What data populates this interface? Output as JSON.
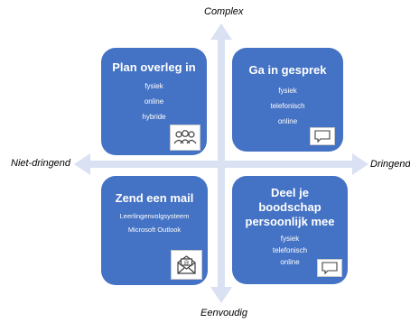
{
  "axes": {
    "top": "Complex",
    "bottom": "Eenvoudig",
    "left": "Niet-dringend",
    "right": "Dringend"
  },
  "quadrants": [
    {
      "title": "Plan overleg in",
      "items": [
        "fysiek",
        "online",
        "hybride"
      ],
      "icon": "people-icon"
    },
    {
      "title": "Ga in gesprek",
      "items": [
        "fysiek",
        "telefonisch",
        "online"
      ],
      "icon": "speech-bubble-icon"
    },
    {
      "title": "Zend een mail",
      "items": [
        "Leerlingenvolgsysteem",
        "Microsoft Outlook"
      ],
      "icon": "envelope-icon"
    },
    {
      "title_lines": [
        "Deel je",
        "boodschap",
        "persoonlijk mee"
      ],
      "items": [
        "fysiek",
        "telefonisch",
        "online"
      ],
      "icon": "speech-bubble-icon"
    }
  ],
  "colors": {
    "box": "#4472c4",
    "arrow": "#dce3f1"
  }
}
